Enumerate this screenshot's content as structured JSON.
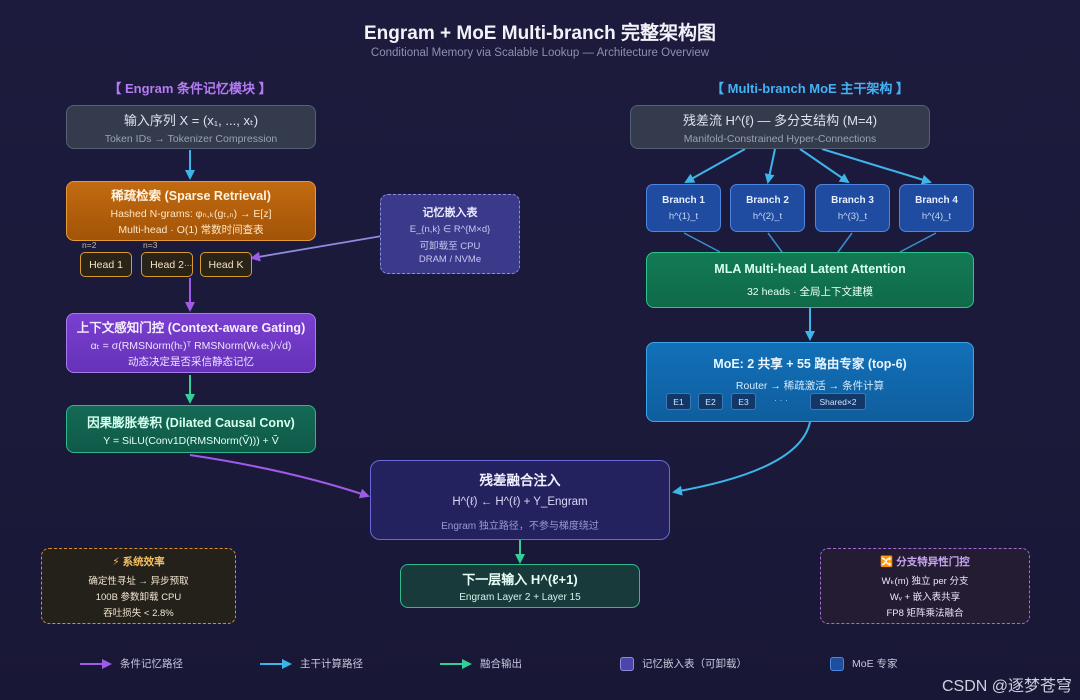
{
  "title": "Engram + MoE Multi-branch 完整架构图",
  "subtitle": "Conditional Memory via Scalable Lookup — Architecture Overview",
  "left_section": {
    "header": "【 Engram 条件记忆模块 】",
    "input": {
      "line1": "输入序列 X = (x₁, ..., xₜ)",
      "line2": "Token IDs → Tokenizer Compression"
    },
    "sparse": {
      "line1": "稀疏检索 (Sparse Retrieval)",
      "line2": "Hashed N-grams: φₙ,ₖ(gₜ,ₙ) → E[z]",
      "line3": "Multi-head · O(1) 常数时间查表"
    },
    "n_labels": [
      "n=2",
      "n=3"
    ],
    "heads": [
      "Head 1",
      "Head 2",
      "...",
      "Head K"
    ],
    "memory": {
      "line1": "记忆嵌入表",
      "line2": "E_{n,k} ∈ R^{M×d}",
      "line3": "可卸载至 CPU",
      "line4": "DRAM / NVMe"
    },
    "gating": {
      "line1": "上下文感知门控 (Context-aware Gating)",
      "line2": "αₜ = σ(RMSNorm(hₜ)ᵀ RMSNorm(Wₖeₜ)/√d)",
      "line3": "动态决定是否采信静态记忆"
    },
    "conv": {
      "line1": "因果膨胀卷积 (Dilated Causal Conv)",
      "line2": "Y = SiLU(Conv1D(RMSNorm(Ṽ))) + Ṽ"
    }
  },
  "right_section": {
    "header": "【 Multi-branch MoE 主干架构 】",
    "residual": {
      "line1": "残差流 H^(ℓ) — 多分支结构 (M=4)",
      "line2": "Manifold-Constrained Hyper-Connections"
    },
    "branches": [
      {
        "name": "Branch 1",
        "value": "h^(1)_t"
      },
      {
        "name": "Branch 2",
        "value": "h^(2)_t"
      },
      {
        "name": "Branch 3",
        "value": "h^(3)_t"
      },
      {
        "name": "Branch 4",
        "value": "h^(4)_t"
      }
    ],
    "mla": {
      "line1": "MLA Multi-head Latent Attention",
      "line2": "32 heads · 全局上下文建模"
    },
    "moe": {
      "line1": "MoE: 2 共享 + 55 路由专家 (top-6)",
      "line2": "Router → 稀疏激活 → 条件计算"
    },
    "experts": [
      "E1",
      "E2",
      "E3",
      "· · ·",
      "Shared×2"
    ]
  },
  "fusion": {
    "line1": "残差融合注入",
    "line2": "H^(ℓ) ← H^(ℓ) + Y_Engram",
    "line3": "Engram 独立路径，不参与梯度绕过"
  },
  "next_layer": {
    "line1": "下一层输入 H^(ℓ+1)",
    "line2": "Engram Layer 2 + Layer 15"
  },
  "efficiency": {
    "line1": "⚡ 系统效率",
    "line2": "确定性寻址 → 异步预取",
    "line3": "100B 参数卸载 CPU",
    "line4": "吞吐损失 < 2.8%"
  },
  "branch_gating": {
    "line1": "🔀 分支特异性门控",
    "line2": "Wₖ(m) 独立 per 分支",
    "line3": "Wᵥ + 嵌入表共享",
    "line4": "FP8 矩阵乘法融合"
  },
  "legend": [
    {
      "label": "条件记忆路径",
      "color": "#a05ae8"
    },
    {
      "label": "主干计算路径",
      "color": "#3cb6ea"
    },
    {
      "label": "融合输出",
      "color": "#33cf98"
    },
    {
      "label": "记忆嵌入表（可卸载）",
      "color": "#4a47a8"
    },
    {
      "label": "MoE 专家",
      "color": "#1e4f9e"
    }
  ],
  "watermark": "CSDN @逐梦苍穹",
  "colors": {
    "engram_header": "#b47cf2",
    "moe_header": "#43b3f2",
    "memory_path": "#a05ae8",
    "backbone_path": "#3cb6ea",
    "fusion_path": "#33cf98"
  }
}
